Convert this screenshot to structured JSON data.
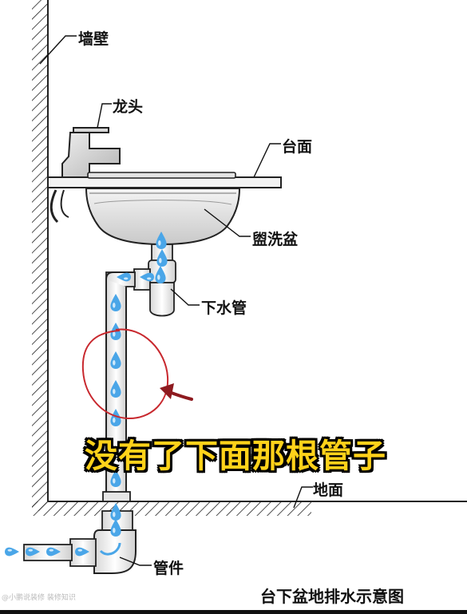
{
  "labels": {
    "wall": "墙壁",
    "faucet": "龙头",
    "countertop": "台面",
    "basin": "盥洗盆",
    "drain_pipe": "下水管",
    "floor": "地面",
    "fitting": "管件"
  },
  "caption": "没有了下面那根管子",
  "title": "台下盆地排水示意图",
  "watermark": "@小鹏说装修 装修知识",
  "colors": {
    "caption_fill": "#ffd21a",
    "water_drops": "#4aa6e8",
    "highlight_circle": "#c8282e",
    "arrow": "#8e1a1f"
  }
}
